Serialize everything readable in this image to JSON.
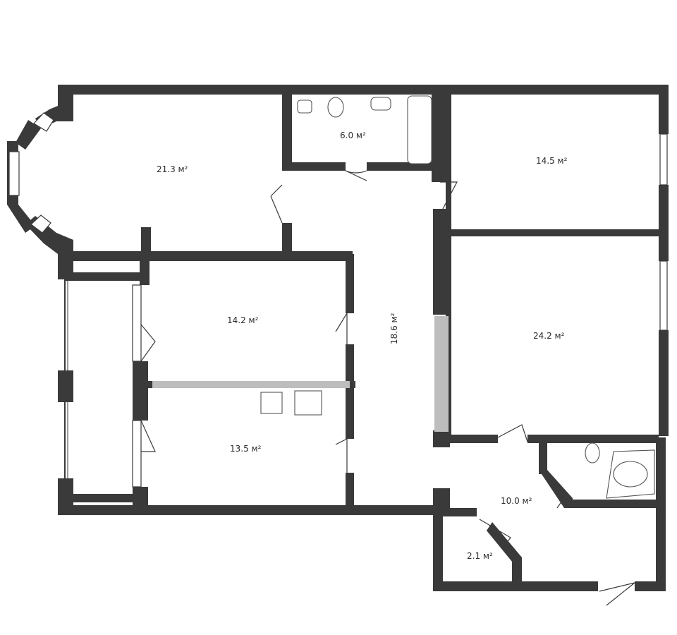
{
  "rooms": [
    {
      "id": "room-a",
      "area": "21.3 м²"
    },
    {
      "id": "bathroom-main",
      "area": "6.0 м²"
    },
    {
      "id": "room-b",
      "area": "14.5 м²"
    },
    {
      "id": "room-c",
      "area": "14.2 м²"
    },
    {
      "id": "hallway",
      "area": "18.6 м²"
    },
    {
      "id": "room-d",
      "area": "24.2 м²"
    },
    {
      "id": "kitchen",
      "area": "13.5 м²"
    },
    {
      "id": "entry",
      "area": "10.0 м²"
    },
    {
      "id": "closet",
      "area": "2.1 м²"
    }
  ],
  "colors": {
    "wall": "#3a3a3a",
    "background": "#ffffff"
  }
}
